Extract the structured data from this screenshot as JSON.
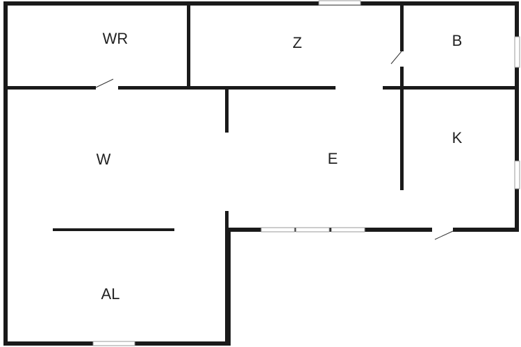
{
  "rooms": {
    "wr": "WR",
    "z": "Z",
    "b": "B",
    "w": "W",
    "e": "E",
    "k": "K",
    "al": "AL"
  },
  "colors": {
    "wall": "#1a1a1a",
    "background": "#ffffff"
  }
}
